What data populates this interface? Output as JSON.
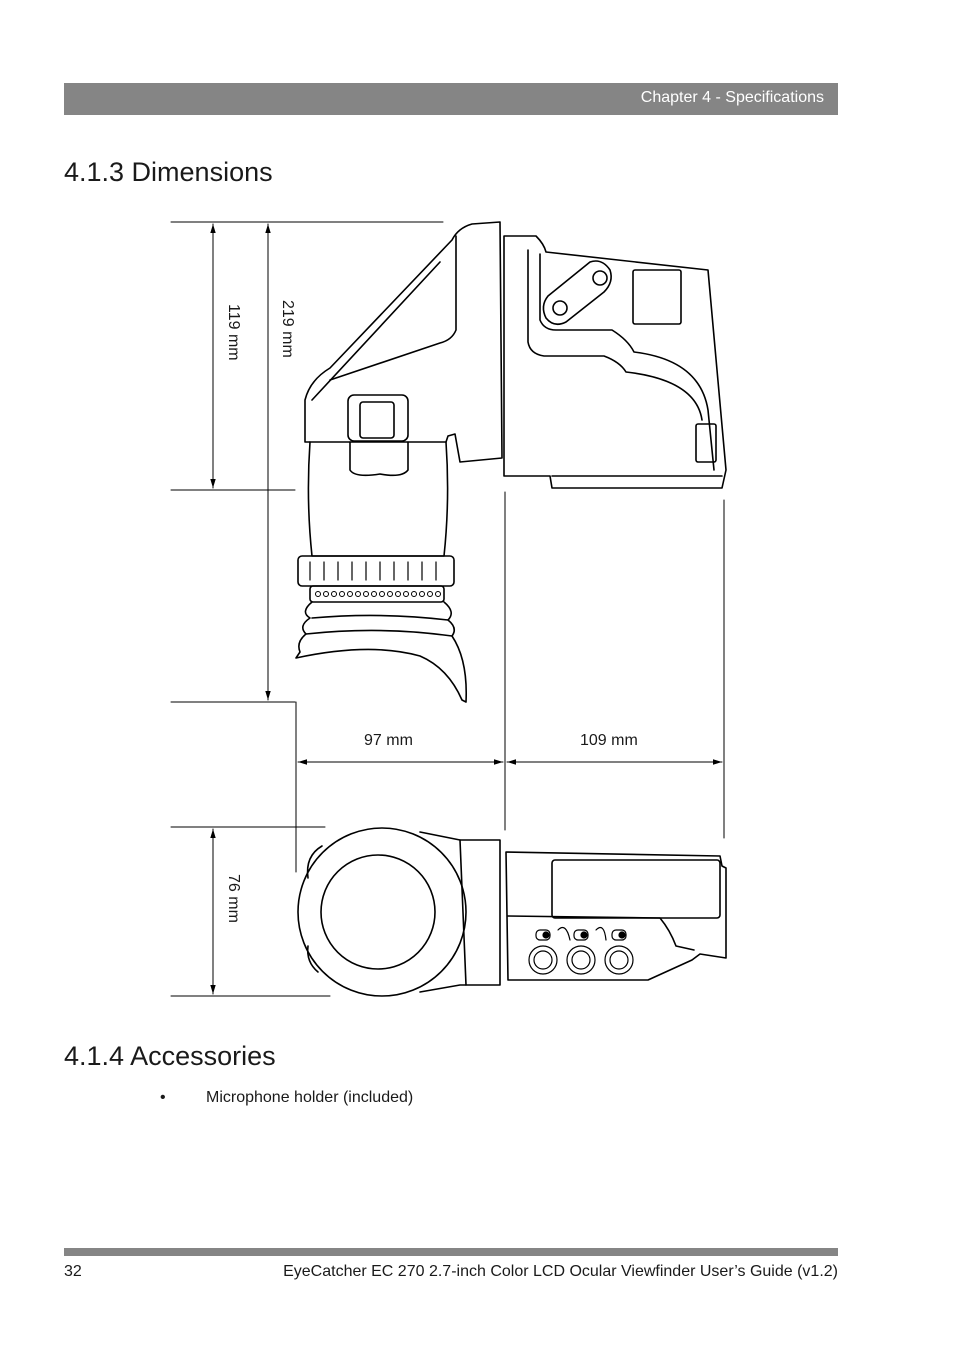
{
  "header": {
    "chapter": "Chapter 4 - Specifications"
  },
  "sections": {
    "dimensions": {
      "title": "4.1.3  Dimensions"
    },
    "accessories": {
      "title": "4.1.4  Accessories"
    }
  },
  "dimensions": {
    "height_upper": "119 mm",
    "height_total": "219 mm",
    "width_ocular": "97 mm",
    "width_body": "109 mm",
    "depth": "76 mm"
  },
  "accessories": {
    "bullet": "•",
    "items": [
      "Microphone holder (included)"
    ]
  },
  "footer": {
    "page_number": "32",
    "doc_title": "EyeCatcher EC 270 2.7-inch Color LCD Ocular Viewfinder User’s Guide (v1.2)"
  }
}
